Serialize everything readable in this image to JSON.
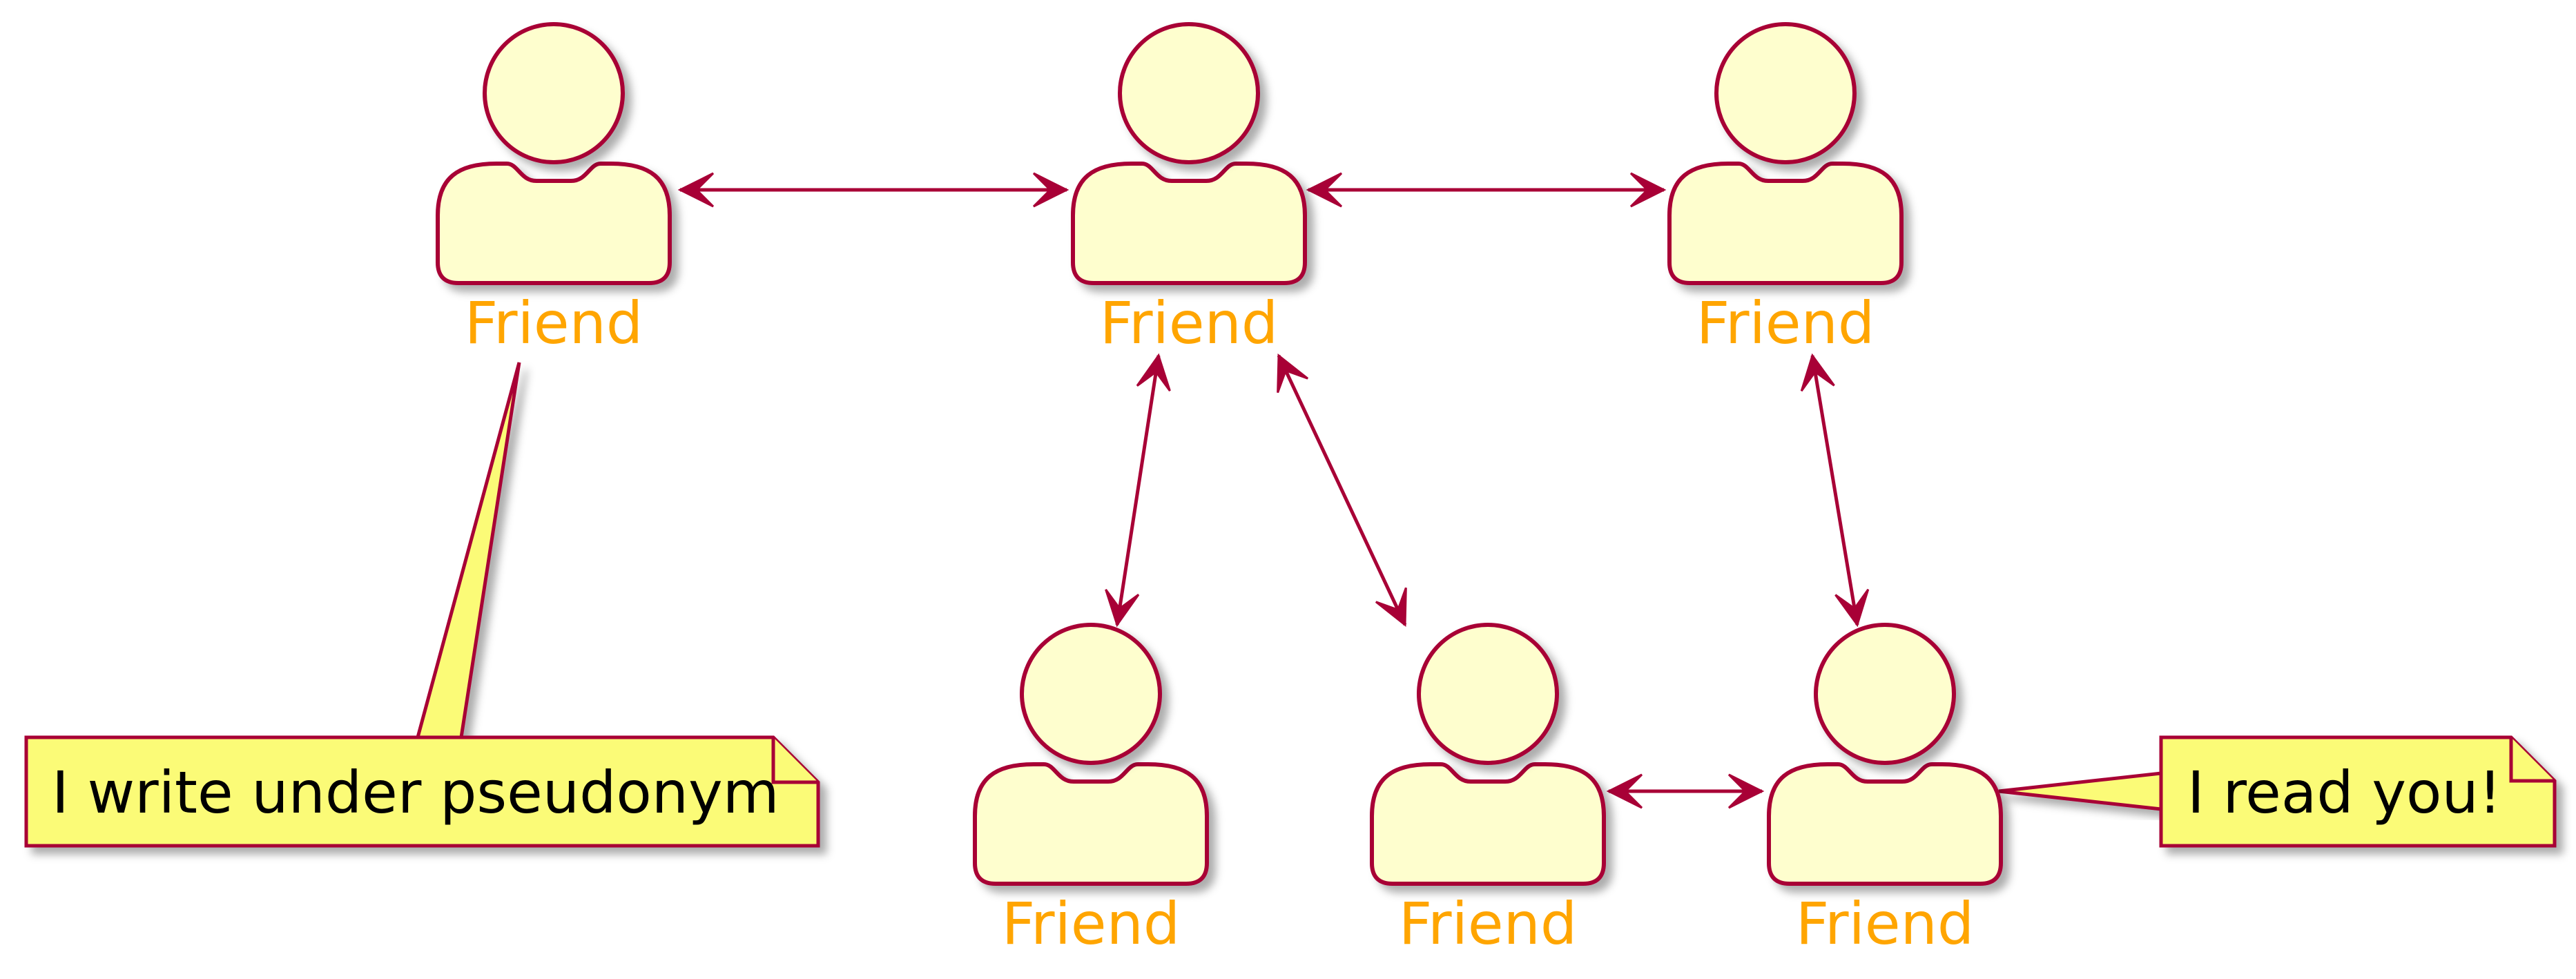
{
  "colors": {
    "actor_fill": "#FEFECE",
    "actor_stroke": "#A80036",
    "label": "#FFA500",
    "arrow": "#A80036",
    "note_fill": "#FBFB77",
    "note_stroke": "#A80036",
    "note_text": "#000000",
    "shadow": "#B0B0B0"
  },
  "actors": [
    {
      "id": "a1",
      "label": "Friend"
    },
    {
      "id": "a2",
      "label": "Friend"
    },
    {
      "id": "a3",
      "label": "Friend"
    },
    {
      "id": "a4",
      "label": "Friend"
    },
    {
      "id": "a5",
      "label": "Friend"
    },
    {
      "id": "a6",
      "label": "Friend"
    }
  ],
  "links": [
    {
      "from": "a1",
      "to": "a2",
      "bidirectional": true
    },
    {
      "from": "a2",
      "to": "a3",
      "bidirectional": true
    },
    {
      "from": "a2",
      "to": "a4",
      "bidirectional": true
    },
    {
      "from": "a2",
      "to": "a5",
      "bidirectional": true
    },
    {
      "from": "a3",
      "to": "a6",
      "bidirectional": true
    },
    {
      "from": "a5",
      "to": "a6",
      "bidirectional": true
    }
  ],
  "notes": [
    {
      "id": "n1",
      "text": "I write under pseudonym",
      "attached_to": "a1"
    },
    {
      "id": "n2",
      "text": "I read you!",
      "attached_to": "a6"
    }
  ]
}
